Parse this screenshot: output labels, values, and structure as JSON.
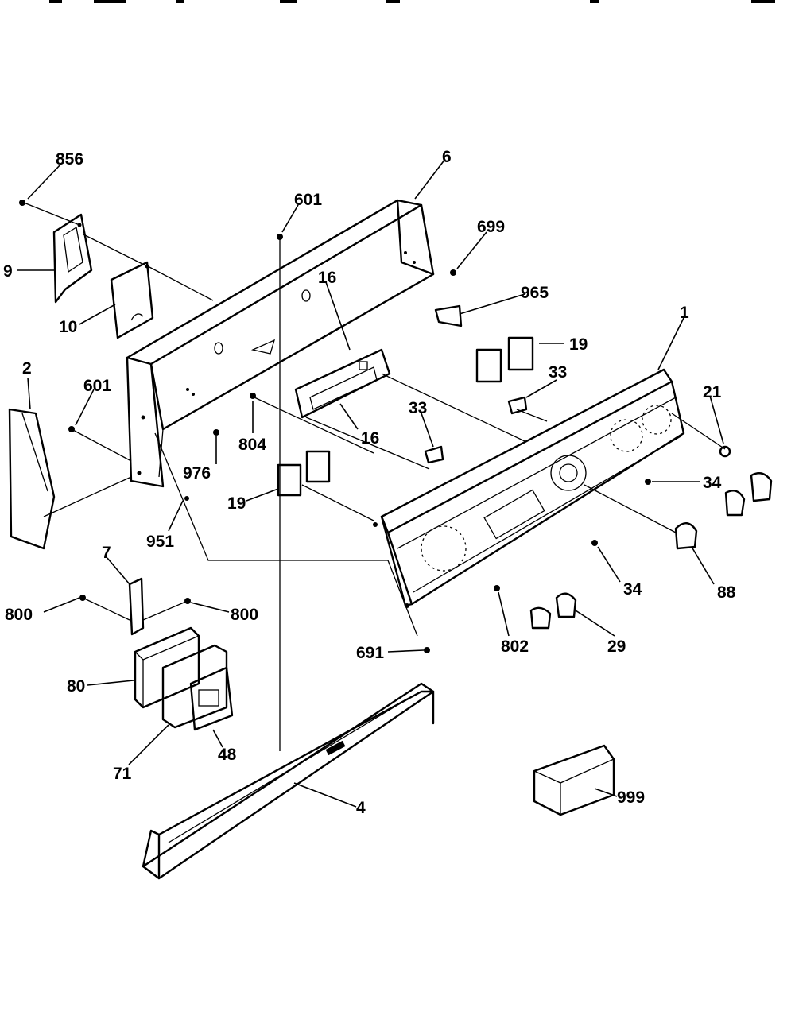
{
  "diagram": {
    "type": "exploded-parts-view",
    "callouts": {
      "c856": "856",
      "c9": "9",
      "c10": "10",
      "c2": "2",
      "c601_a": "601",
      "c601_b": "601",
      "c6": "6",
      "c699": "699",
      "c965": "965",
      "c16_a": "16",
      "c16_b": "16",
      "c19_a": "19",
      "c19_b": "19",
      "c33_a": "33",
      "c33_b": "33",
      "c1": "1",
      "c21": "21",
      "c34_a": "34",
      "c34_b": "34",
      "c88": "88",
      "c29": "29",
      "c804": "804",
      "c976": "976",
      "c951": "951",
      "c7": "7",
      "c800_a": "800",
      "c800_b": "800",
      "c80": "80",
      "c71": "71",
      "c48": "48",
      "c691": "691",
      "c802": "802",
      "c4": "4",
      "c999": "999"
    }
  }
}
